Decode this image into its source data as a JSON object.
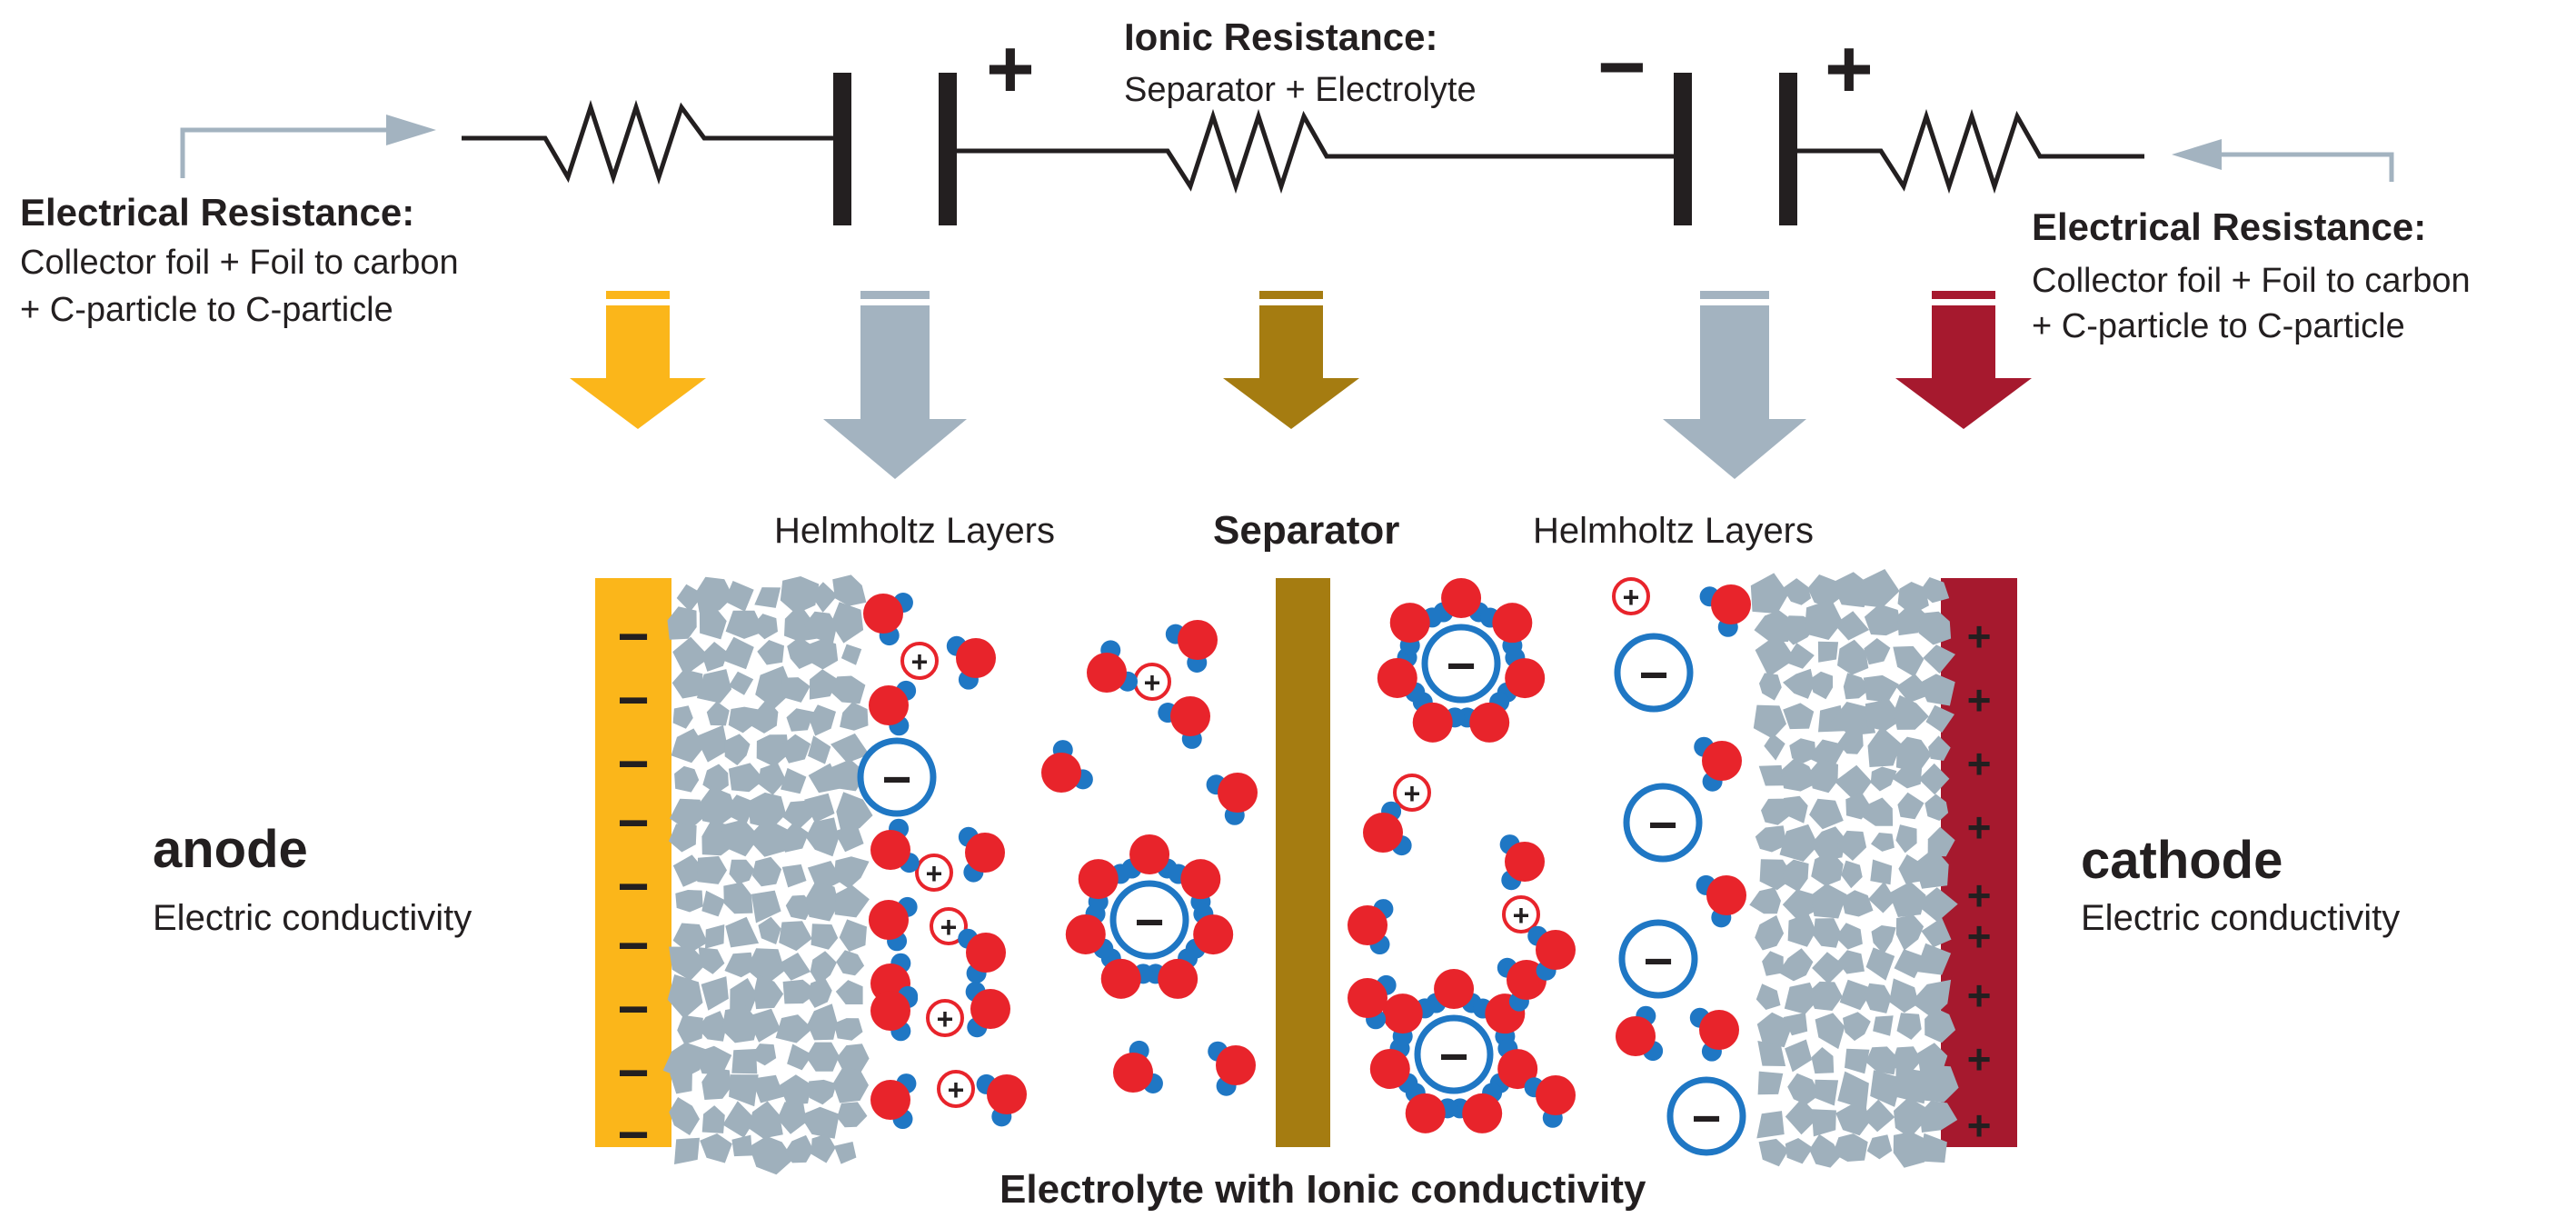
{
  "top": {
    "ionic_title": "Ionic Resistance:",
    "ionic_body": "Separator + Electrolyte",
    "left_title": "Electrical Resistance:",
    "left_line1": "Collector foil + Foil to carbon",
    "left_line2": "+ C-particle to C-particle",
    "right_title": "Electrical Resistance:",
    "right_line1": "Collector foil + Foil to carbon",
    "right_line2": "+ C-particle to C-particle",
    "plus_left": "+",
    "minus_mid": "−",
    "plus_right": "+"
  },
  "labels": {
    "helmholtz_left": "Helmholtz Layers",
    "separator": "Separator",
    "helmholtz_right": "Helmholtz Layers",
    "electrolyte": "Electrolyte with Ionic conductivity"
  },
  "anode": {
    "title": "anode",
    "subtitle": "Electric conductivity"
  },
  "cathode": {
    "title": "cathode",
    "subtitle": "Electric conductivity"
  },
  "symbols": {
    "plus": "+",
    "minus": "−"
  },
  "colors": {
    "anode": "#fbb61a",
    "cathode": "#a6192e",
    "separator": "#a57c11",
    "carbon": "#9fb0bc",
    "grey_arrow": "#a3b3c0",
    "oxygen": "#e8242b",
    "hydrogen": "#1f77c4",
    "anion_ring": "#1f77c4",
    "cation_ring": "#e8242b",
    "text": "#231f20"
  }
}
